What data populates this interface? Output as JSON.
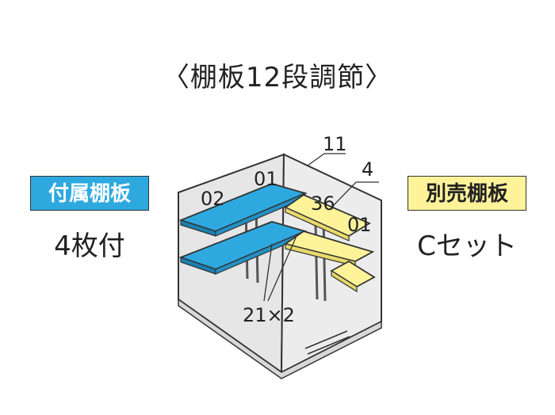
{
  "title": "〈棚板12段調節〉",
  "left_badge": {
    "label": "付属棚板",
    "count": "4枚付",
    "color": "#2ea9e0"
  },
  "right_badge": {
    "label": "別売棚板",
    "count": "Cセット",
    "color": "#fff39a"
  },
  "labels": {
    "n02": "02",
    "n01_left": "01",
    "n36": "36",
    "n01_right": "01",
    "n11": "11",
    "n4": "4",
    "n21x2": "21×2"
  },
  "colors": {
    "wall": "#e6e6e6",
    "floor": "#f2f2f2",
    "line": "#333333"
  }
}
